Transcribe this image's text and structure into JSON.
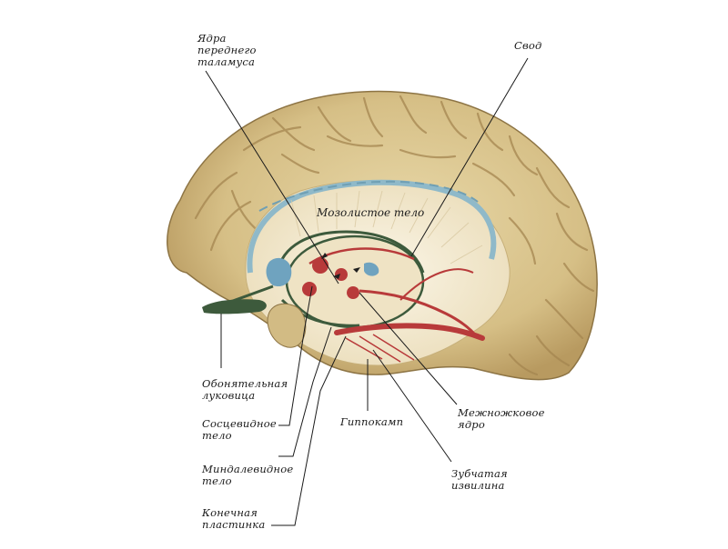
{
  "labels": {
    "anterior_thalamic_nuclei": [
      "Ядра",
      "переднего",
      "таламуса"
    ],
    "fornix": "Свод",
    "corpus_callosum": "Мозолистое тело",
    "olfactory_bulb": [
      "Обонятельная",
      "луковица"
    ],
    "mammillary_body": [
      "Сосцевидное",
      "тело"
    ],
    "amygdala": [
      "Миндалевидное",
      "тело"
    ],
    "lamina_terminalis": [
      "Конечная",
      "пластинка"
    ],
    "hippocampus": "Гиппокамп",
    "interpeduncular_nucleus": [
      "Межножковое",
      "ядро"
    ],
    "dentate_gyrus": [
      "Зубчатая",
      "извилина"
    ]
  },
  "colors": {
    "brain_fill": "#dcc690",
    "brain_shadow": "#a88c55",
    "medial_wall": "#f3ead2",
    "callosum_blue": "#8fb9c9",
    "limbic_red": "#b83a3a",
    "limbic_green": "#3d5a3c",
    "septal_blue": "#6fa3bf"
  }
}
